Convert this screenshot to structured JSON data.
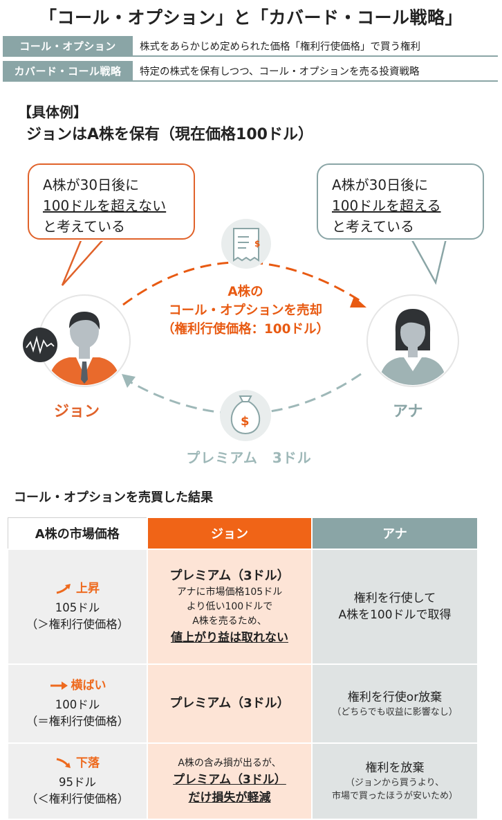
{
  "title": "「コール・オプション」と「カバード・コール戦略」",
  "definitions": [
    {
      "term": "コール・オプション",
      "desc": "株式をあらかじめ定められた価格「権利行使価格」で買う権利"
    },
    {
      "term": "カバード・コール戦略",
      "desc": "特定の株式を保有しつつ、コール・オプションを売る投資戦略"
    }
  ],
  "example": {
    "label": "【具体例】",
    "title": "ジョンはA株を保有（現在価格100ドル）"
  },
  "bubbles": {
    "john": {
      "line1": "A株が30日後に",
      "line2": "100ドルを超えない",
      "line3": "と考えている"
    },
    "ana": {
      "line1": "A株が30日後に",
      "line2": "100ドルを超える",
      "line3": "と考えている"
    }
  },
  "flow": {
    "sale": {
      "line1": "A株の",
      "line2": "コール・オプションを売却",
      "line3": "（権利行使価格：100ドル）"
    },
    "premium": "プレミアム　3ドル"
  },
  "people": {
    "john": "ジョン",
    "ana": "アナ"
  },
  "icons": {
    "receipt": "receipt-icon",
    "money_bag": "money-bag-icon",
    "chart": "stock-chart-icon"
  },
  "colors": {
    "orange": "#f06417",
    "teal": "#8aa5a6"
  },
  "results": {
    "title": "コール・オプションを売買した結果",
    "headers": {
      "market": "A株の市場価格",
      "john": "ジョン",
      "ana": "アナ"
    },
    "rows": [
      {
        "trend": "上昇",
        "price": "105ドル",
        "cond": "（＞権利行使価格）",
        "john": {
          "head": "プレミアム（3ドル）",
          "l1": "アナに市場価格105ドル",
          "l2": "より低い100ドルで",
          "l3": "A株を売るため、",
          "strong": "値上がり益は取れない"
        },
        "ana": {
          "l1": "権利を行使して",
          "l2": "A株を100ドルで取得"
        }
      },
      {
        "trend": "横ばい",
        "price": "100ドル",
        "cond": "（＝権利行使価格）",
        "john": {
          "head": "プレミアム（3ドル）"
        },
        "ana": {
          "l1": "権利を行使or放棄",
          "small": "（どちらでも収益に影響なし）"
        }
      },
      {
        "trend": "下落",
        "price": "95ドル",
        "cond": "（＜権利行使価格）",
        "john": {
          "l1": "A株の含み損が出るが、",
          "strong1": "プレミアム（3ドル）",
          "strong2": "だけ損失が軽減"
        },
        "ana": {
          "l1": "権利を放棄",
          "small1": "（ジョンから買うより、",
          "small2": "市場で買ったほうが安いため）"
        }
      }
    ]
  }
}
